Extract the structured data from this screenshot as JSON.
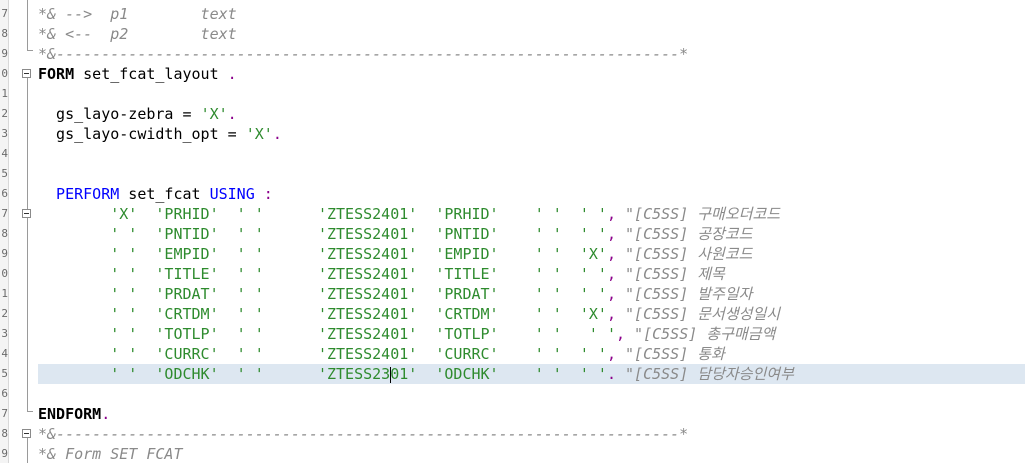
{
  "editor": {
    "gutter_numbers": [
      "7",
      "8",
      "9",
      "0",
      "1",
      "2",
      "3",
      "4",
      "5",
      "6",
      "7",
      "8",
      "9",
      "0",
      "1",
      "2",
      "3",
      "4",
      "5",
      "6",
      "7",
      "8",
      "9"
    ],
    "lines": {
      "l0": "*& -->  p1        text",
      "l1": "*& <--  p2        text",
      "l2": "*&---------------------------------------------------------------------*",
      "l3_kw": "FORM",
      "l3_rest": " set_fcat_layout ",
      "l3_dot": ".",
      "l5_a": "  gs_layo-zebra = ",
      "l5_s": "'X'",
      "l5_p": ".",
      "l6_a": "  gs_layo-cwidth_opt = ",
      "l6_s": "'X'",
      "l6_p": ".",
      "l9_kw": "  PERFORM",
      "l9_mid": " set_fcat ",
      "l9_kw2": "USING",
      "l9_sp": " ",
      "l9_p": ":",
      "rows": [
        {
          "a": "        ",
          "s": "'X'  'PRHID'  ' '      'ZTESS2401'  'PRHID'    ' '  ' '",
          "p": ", ",
          "c": "\"[C5SS] 구매오더코드"
        },
        {
          "a": "        ",
          "s": "' '  'PNTID'  ' '      'ZTESS2401'  'PNTID'    ' '  ' '",
          "p": ", ",
          "c": "\"[C5SS] 공장코드"
        },
        {
          "a": "        ",
          "s": "' '  'EMPID'  ' '      'ZTESS2401'  'EMPID'    ' '  'X'",
          "p": ", ",
          "c": "\"[C5SS] 사원코드"
        },
        {
          "a": "        ",
          "s": "' '  'TITLE'  ' '      'ZTESS2401'  'TITLE'    ' '  ' '",
          "p": ", ",
          "c": "\"[C5SS] 제목"
        },
        {
          "a": "        ",
          "s": "' '  'PRDAT'  ' '      'ZTESS2401'  'PRDAT'    ' '  ' '",
          "p": ", ",
          "c": "\"[C5SS] 발주일자"
        },
        {
          "a": "        ",
          "s": "' '  'CRTDM'  ' '      'ZTESS2401'  'CRTDM'    ' '  'X'",
          "p": ", ",
          "c": "\"[C5SS] 문서생성일시"
        },
        {
          "a": "        ",
          "s": "' '  'TOTLP'  ' '      'ZTESS2401'  'TOTLP'    ' '   ' '",
          "p": ", ",
          "c": "\"[C5SS] 총구매금액"
        },
        {
          "a": "        ",
          "s": "' '  'CURRC'  ' '      'ZTESS2401'  'CURRC'    ' '  ' '",
          "p": ", ",
          "c": "\"[C5SS] 통화"
        }
      ],
      "l18_a": "        ",
      "l18_s1": "' '  'ODCHK'  ' '      'ZTESS23",
      "l18_s2": "01'  'ODCHK'    ' '  ' '",
      "l18_p": ". ",
      "l18_c": "\"[C5SS] 담당자승인여부",
      "l20_kw": "ENDFORM",
      "l20_p": ".",
      "l21": "*&---------------------------------------------------------------------*",
      "l22": "*& Form SET FCAT"
    }
  }
}
